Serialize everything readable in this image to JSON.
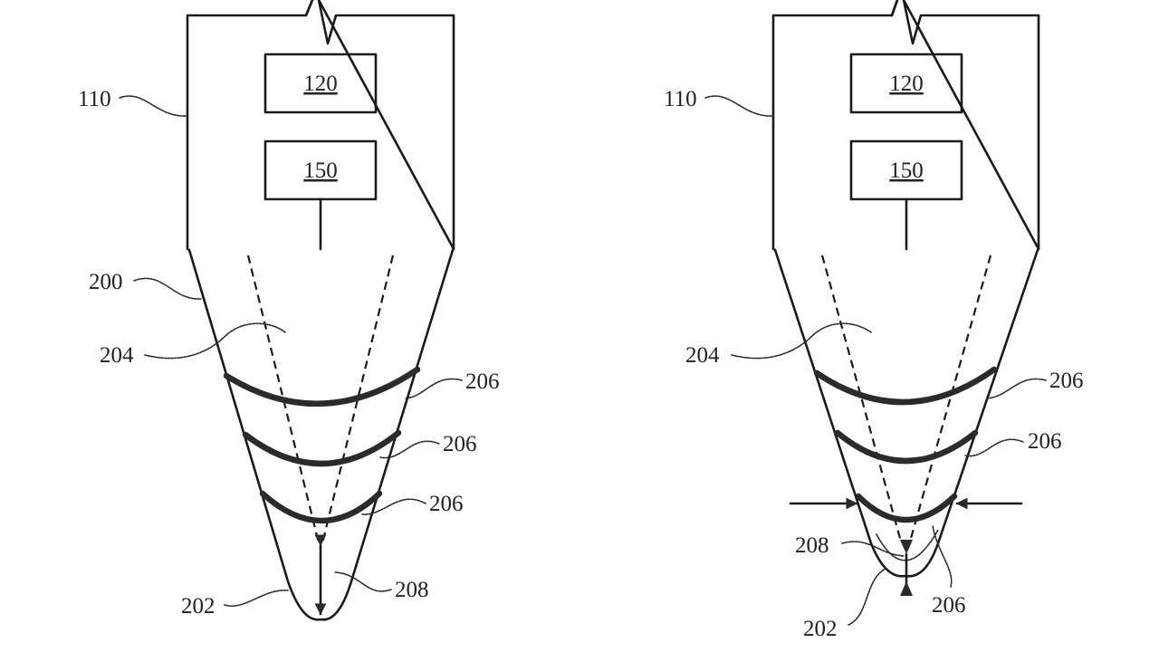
{
  "figures": [
    {
      "id": "left",
      "state": "uncompressed",
      "labels": {
        "housing": "110",
        "block_a": "120",
        "block_b": "150",
        "tip_body": "200",
        "tip_end": "202",
        "inner_region": "204",
        "bands": [
          "206",
          "206",
          "206"
        ],
        "displacement": "208"
      }
    },
    {
      "id": "right",
      "state": "compressed",
      "labels": {
        "housing": "110",
        "block_a": "120",
        "block_b": "150",
        "tip_end": "202",
        "inner_region": "204",
        "bands": [
          "206",
          "206"
        ],
        "band_lower": "206",
        "displacement": "208"
      }
    }
  ],
  "colors": {
    "line": "#1a1a1a",
    "background": "#ffffff"
  }
}
